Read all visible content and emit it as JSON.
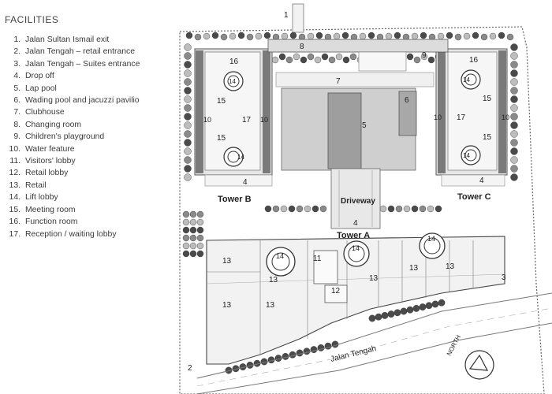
{
  "facilities": {
    "title": "FACILITIES",
    "items": [
      {
        "num": "1.",
        "label": "Jalan Sultan Ismail exit"
      },
      {
        "num": "2.",
        "label": "Jalan Tengah – retail entrance"
      },
      {
        "num": "3.",
        "label": "Jalan Tengah – Suites entrance"
      },
      {
        "num": "4.",
        "label": "Drop off"
      },
      {
        "num": "5.",
        "label": "Lap pool"
      },
      {
        "num": "6.",
        "label": "Wading pool and jacuzzi pavilio"
      },
      {
        "num": "7.",
        "label": "Clubhouse"
      },
      {
        "num": "8.",
        "label": "Changing room"
      },
      {
        "num": "9.",
        "label": "Children's playground"
      },
      {
        "num": "10.",
        "label": "Water feature"
      },
      {
        "num": "11.",
        "label": "Visitors' lobby"
      },
      {
        "num": "12.",
        "label": "Retail lobby"
      },
      {
        "num": "13.",
        "label": "Retail"
      },
      {
        "num": "14.",
        "label": "Lift lobby"
      },
      {
        "num": "15.",
        "label": "Meeting room"
      },
      {
        "num": "16.",
        "label": "Function room"
      },
      {
        "num": "17.",
        "label": "Reception / waiting lobby"
      }
    ]
  },
  "map": {
    "tower_a": "Tower A",
    "tower_b": "Tower B",
    "tower_c": "Tower C",
    "driveway": "Driveway",
    "street": "Jalan Tengah",
    "north": "NORTH",
    "markers": {
      "n1": "1",
      "n2": "2",
      "n3": "3",
      "n4": "4",
      "n5": "5",
      "n6": "6",
      "n7": "7",
      "n8": "8",
      "n9": "9",
      "n10": "10",
      "n11": "11",
      "n12": "12",
      "n13": "13",
      "n14": "14",
      "n15": "15",
      "n16": "16",
      "n17": "17"
    }
  },
  "colors": {
    "tree_dark": "#4a4a4a",
    "tree_mid": "#8a8a8a",
    "tree_light": "#bdbdbd",
    "pool": "#9e9e9e",
    "building_edge": "#555555"
  }
}
